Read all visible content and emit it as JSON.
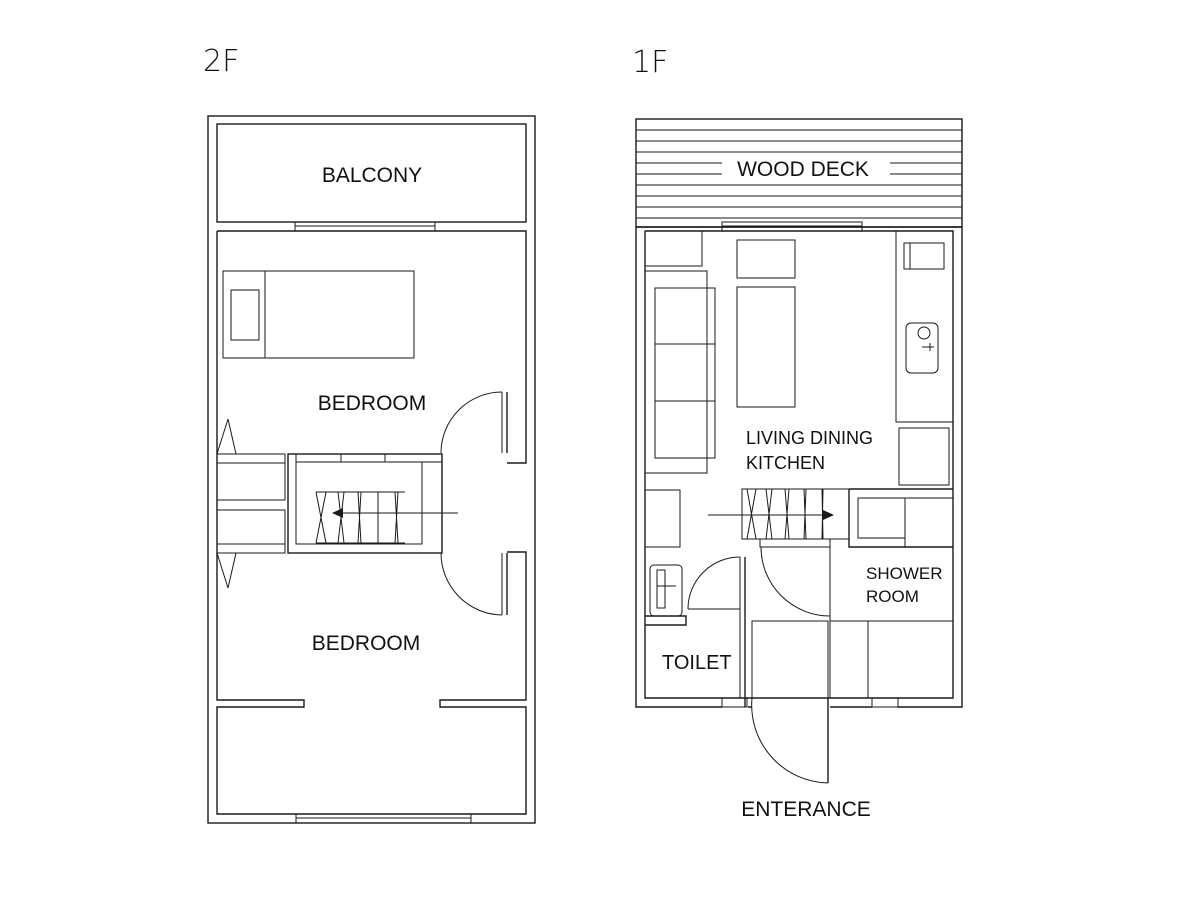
{
  "floors": {
    "upper": {
      "title": "2F",
      "rooms": {
        "balcony": "BALCONY",
        "bedroom_top": "BEDROOM",
        "bedroom_bottom": "BEDROOM"
      }
    },
    "ground": {
      "title": "1F",
      "rooms": {
        "wood_deck": "WOOD DECK",
        "ldk_line1": "LIVING DINING",
        "ldk_line2": "KITCHEN",
        "shower_line1": "SHOWER",
        "shower_line2": "ROOM",
        "toilet": "TOILET",
        "entrance": "ENTERANCE"
      }
    }
  },
  "colors": {
    "line": "#1a1a1a",
    "background": "#ffffff"
  }
}
